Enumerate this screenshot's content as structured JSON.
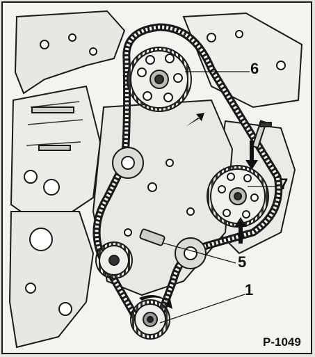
{
  "figure": {
    "code": "P-1049",
    "callouts": [
      {
        "id": "6",
        "label": "6"
      },
      {
        "id": "7",
        "label": "7"
      },
      {
        "id": "5",
        "label": "5"
      },
      {
        "id": "1",
        "label": "1"
      }
    ]
  },
  "colors": {
    "line": "#1a1a1a",
    "paper": "#f4f3ef",
    "shade": "#bdbdb8"
  }
}
